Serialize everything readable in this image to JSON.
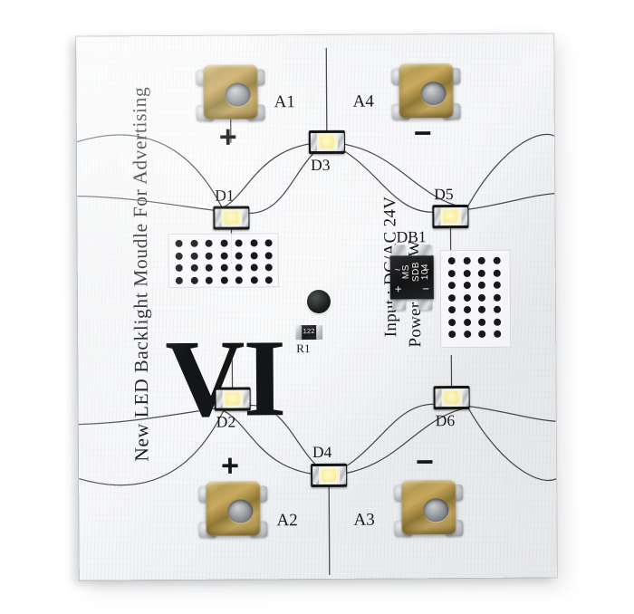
{
  "board": {
    "title_silkscreen": "New LED Backlight Moudle For Advertising",
    "input_spec": "Input : DC/AC 24V",
    "power_spec": "Power : 0.36W",
    "logo": "VI",
    "board_color": "#f2f3f5",
    "silkscreen_color": "#17181a",
    "led_phosphor_color": "#fbf0a6",
    "brass_color": "#b79d52"
  },
  "leds": [
    {
      "refdes": "D1"
    },
    {
      "refdes": "D2"
    },
    {
      "refdes": "D3"
    },
    {
      "refdes": "D4"
    },
    {
      "refdes": "D5"
    },
    {
      "refdes": "D6"
    }
  ],
  "terminals": [
    {
      "refdes": "A1",
      "polarity": "+"
    },
    {
      "refdes": "A2",
      "polarity": "+"
    },
    {
      "refdes": "A3",
      "polarity": "−"
    },
    {
      "refdes": "A4",
      "polarity": "−"
    }
  ],
  "components": {
    "bridge": {
      "refdes": "DB1",
      "marking_line1": "MS",
      "marking_line2": "SDB",
      "marking_line3": "104",
      "pin_ac1": "~",
      "pin_ac2": "~",
      "pin_plus": "+",
      "pin_minus": "−"
    },
    "resistor": {
      "refdes": "R1",
      "marking": "122"
    }
  }
}
